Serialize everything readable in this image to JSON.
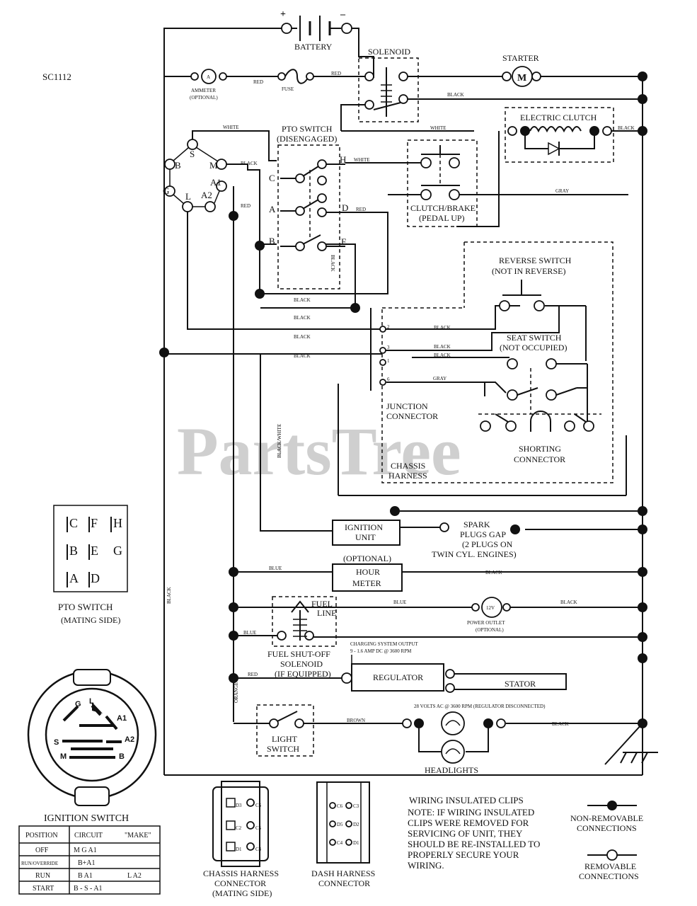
{
  "diagram_code": "SC1112",
  "watermark": "PartsTree",
  "components": {
    "battery": "BATTERY",
    "solenoid": "SOLENOID",
    "starter": "STARTER",
    "starter_symbol": "M",
    "ammeter_1": "AMMETER",
    "ammeter_2": "(OPTIONAL)",
    "ammeter_symbol": "A",
    "fuse": "FUSE",
    "pto_switch_1": "PTO SWITCH",
    "pto_switch_2": "(DISENGAGED)",
    "electric_clutch": "ELECTRIC CLUTCH",
    "clutch_brake_1": "CLUTCH/BRAKE",
    "clutch_brake_2": "(PEDAL UP)",
    "reverse_switch_1": "REVERSE SWITCH",
    "reverse_switch_2": "(NOT IN REVERSE)",
    "seat_switch_1": "SEAT SWITCH",
    "seat_switch_2": "(NOT OCCUPIED)",
    "junction_connector_1": "JUNCTION",
    "junction_connector_2": "CONNECTOR",
    "shorting_connector_1": "SHORTING",
    "shorting_connector_2": "CONNECTOR",
    "chassis_harness_1": "CHASSIS",
    "chassis_harness_2": "HARNESS",
    "ignition_unit_1": "IGNITION",
    "ignition_unit_2": "UNIT",
    "spark_plugs_1": "SPARK",
    "spark_plugs_2": "PLUGS GAP",
    "spark_plugs_3": "(2 PLUGS ON",
    "spark_plugs_4": "TWIN CYL. ENGINES)",
    "hour_meter_opt": "(OPTIONAL)",
    "hour_meter_1": "HOUR",
    "hour_meter_2": "METER",
    "power_outlet_symbol": "12V",
    "power_outlet_1": "POWER OUTLET",
    "power_outlet_2": "(OPTIONAL)",
    "fuel_line_1": "FUEL",
    "fuel_line_2": "LINE",
    "fuel_solenoid_1": "FUEL SHUT-OFF",
    "fuel_solenoid_2": "SOLENOID",
    "fuel_solenoid_3": "(IF EQUIPPED)",
    "charging_output_1": "CHARGING SYSTEM OUTPUT",
    "charging_output_2": "9 - 1.6 AMP DC @ 3600 RPM",
    "regulator": "REGULATOR",
    "stator": "STATOR",
    "stator_note": "28 VOLTS AC @ 3600 RPM (REGULATOR DISCONNECTED)",
    "light_switch_1": "LIGHT",
    "light_switch_2": "SWITCH",
    "headlights": "HEADLIGHTS"
  },
  "wire_colors": {
    "red": "RED",
    "black": "BLACK",
    "white": "WHITE",
    "gray": "GRAY",
    "blue": "BLUE",
    "orange": "ORANGE",
    "brown": "BROWN",
    "black_white": "BLACK/WHITE"
  },
  "terminals": {
    "ign": [
      "S",
      "M",
      "B",
      "A1",
      "G",
      "L",
      "A2"
    ],
    "pto": [
      "C",
      "H",
      "A",
      "D",
      "B",
      "E"
    ],
    "junction": [
      "2",
      "3",
      "1",
      "6"
    ]
  },
  "pto_mating": {
    "title_1": "PTO SWITCH",
    "title_2": "(MATING SIDE)",
    "grid": [
      "C",
      "F",
      "H",
      "B",
      "E",
      "G",
      "A",
      "D"
    ]
  },
  "ignition_switch": {
    "title": "IGNITION SWITCH",
    "letters": [
      "G",
      "L",
      "A1",
      "S",
      "A2",
      "M",
      "B"
    ],
    "table": {
      "headers": [
        "POSITION",
        "CIRCUIT",
        "\"MAKE\""
      ],
      "rows": [
        [
          "OFF",
          "M  G  A1",
          ""
        ],
        [
          "RUN/OVERRIDE",
          "B+A1",
          ""
        ],
        [
          "RUN",
          "B  A1",
          "L  A2"
        ],
        [
          "START",
          "B - S - A1",
          ""
        ]
      ]
    }
  },
  "connectors": {
    "chassis_1": "CHASSIS HARNESS",
    "chassis_2": "CONNECTOR",
    "chassis_3": "(MATING SIDE)",
    "chassis_pins": [
      "D3",
      "C6",
      "C2",
      "C5",
      "D1",
      "C4"
    ],
    "dash_1": "DASH HARNESS",
    "dash_2": "CONNECTOR",
    "dash_pins": [
      "C6",
      "C3",
      "D5",
      "D2",
      "C4",
      "D1"
    ]
  },
  "note": {
    "line_1": "WIRING INSULATED CLIPS",
    "line_2": "NOTE: IF WIRING INSULATED",
    "line_3": "CLIPS WERE REMOVED FOR",
    "line_4": "SERVICING OF UNIT, THEY",
    "line_5": "SHOULD BE RE-INSTALLED TO",
    "line_6": "PROPERLY SECURE YOUR",
    "line_7": "WIRING."
  },
  "legend": {
    "nonremovable_1": "NON-REMOVABLE",
    "nonremovable_2": "CONNECTIONS",
    "removable_1": "REMOVABLE",
    "removable_2": "CONNECTIONS"
  }
}
